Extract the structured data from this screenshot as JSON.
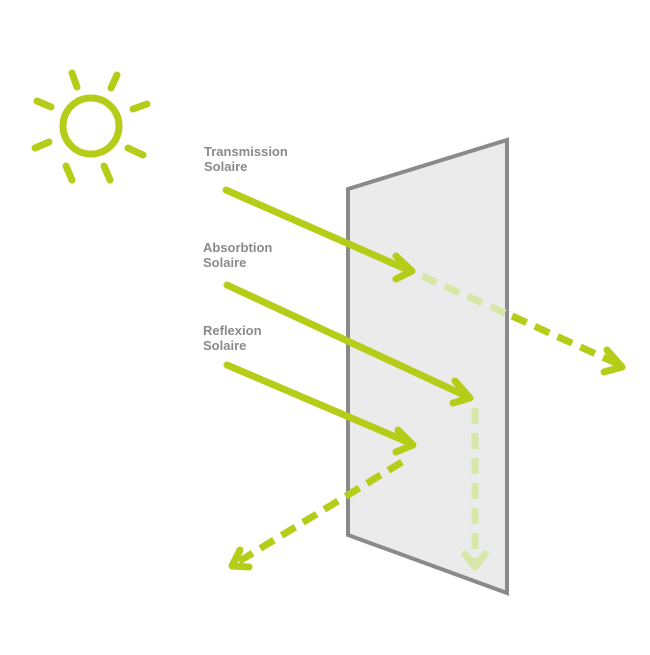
{
  "colors": {
    "arrow": "#b5cc18",
    "arrow_faded": "#d8e6a8",
    "panel_fill": "#ebebeb",
    "panel_stroke": "#8a8a8a",
    "label_text": "#8a8a8a"
  },
  "icons": {
    "sun": "sun-icon"
  },
  "labels": {
    "transmission": {
      "line1": "Transmission",
      "line2": "Solaire"
    },
    "absorption": {
      "line1": "Absorbtion",
      "line2": "Solaire"
    },
    "reflexion": {
      "line1": "Reflexion",
      "line2": "Solaire"
    }
  }
}
